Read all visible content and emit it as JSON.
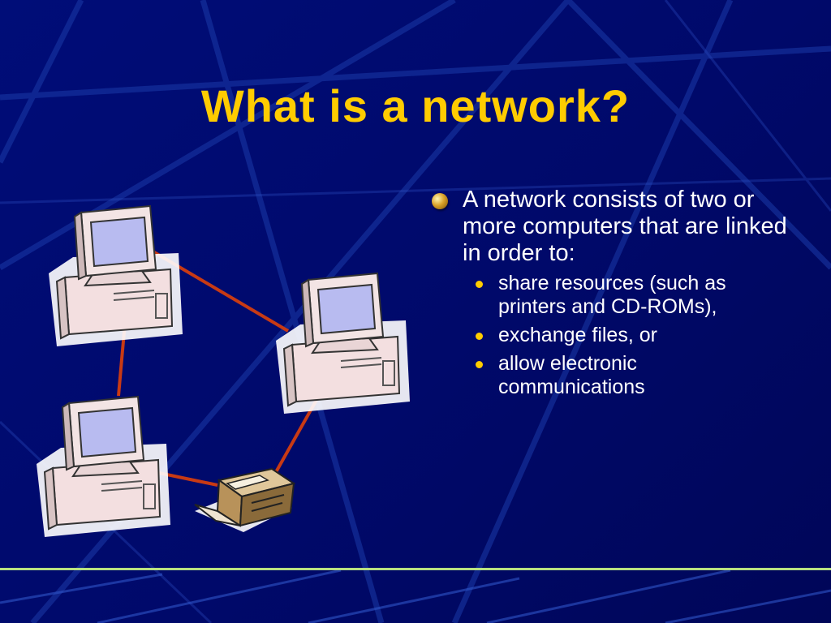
{
  "slide": {
    "title": "What is a network?",
    "main_point": "A network consists of two or more computers that are linked in order to:",
    "sub_points": [
      " share resources (such as printers and CD-ROMs),",
      " exchange files, or",
      "allow electronic communications"
    ]
  },
  "colors": {
    "background": "#000a66",
    "title": "#ffcc00",
    "text": "#ffffff",
    "cable": "#c83a14",
    "accent_rule": "#b8e080"
  },
  "icons": {
    "computers": [
      "computer-icon",
      "computer-icon",
      "computer-icon"
    ],
    "printer": "printer-icon"
  }
}
